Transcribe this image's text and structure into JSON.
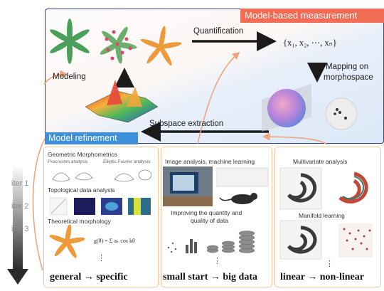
{
  "header": {
    "measurement_tag": "Model-based measurement",
    "refinement_tag": "Model refinement",
    "quantification": "Quantification",
    "tuple": "{x₁, x₂, ⋯, xₙ}",
    "modeling": "Modeling",
    "mapping_line1": "Mapping on",
    "mapping_line2": "morphospace",
    "subspace": "Subspace extraction"
  },
  "iterations": [
    "iter 1",
    "iter 2",
    "iter 3"
  ],
  "panels": {
    "left": {
      "title1": "Geometric Morphometrics",
      "sub1a": "Procrustes analysis",
      "sub1b": "Elliptic Fourier analysis",
      "title2": "Topological data analysis",
      "title3": "Theoretical morphology",
      "formula": "g(θ) = Σ aₖ cos kθ",
      "footer": "general → specific"
    },
    "middle": {
      "title1": "Image analysis, machine learning",
      "title2a": "Improving the quantity and",
      "title2b": "quality of data",
      "footer": "small start → big data"
    },
    "right": {
      "title1": "Multivariate analysis",
      "title2": "Manifold learning",
      "footer": "linear → non-linear"
    }
  },
  "colors": {
    "accent_red": "#f26c55",
    "accent_blue": "#3c8fd8",
    "panel_border": "#f0c79a",
    "frame": "#2d3e8a"
  }
}
